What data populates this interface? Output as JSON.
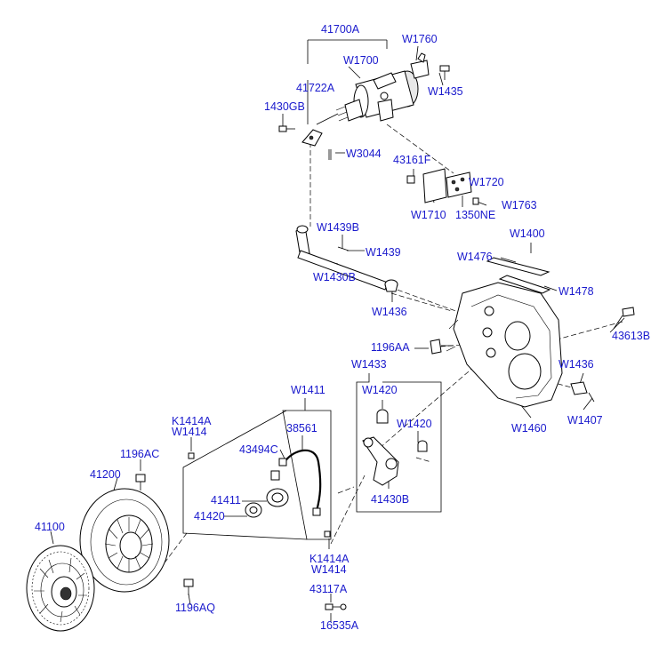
{
  "diagram": {
    "labels": {
      "p41700A": "41700A",
      "pW1760": "W1760",
      "pW1700": "W1700",
      "p41722A": "41722A",
      "pW1435": "W1435",
      "p1430GB": "1430GB",
      "pW3044": "W3044",
      "p43161F": "43161F",
      "pW1720": "W1720",
      "pW1710": "W1710",
      "p1350NE": "1350NE",
      "pW1763": "W1763",
      "pW1439B": "W1439B",
      "pW1439": "W1439",
      "pW1430B": "W1430B",
      "pW1400": "W1400",
      "pW1476": "W1476",
      "pW1478": "W1478",
      "pW1436a": "W1436",
      "p43613B": "43613B",
      "p1196AA": "1196AA",
      "pW1433": "W1433",
      "pW1436b": "W1436",
      "pW1420a": "W1420",
      "pW1407": "W1407",
      "pW1411": "W1411",
      "pW1420b": "W1420",
      "pW1460": "W1460",
      "pK1414Aa": "K1414A",
      "pW1414a": "W1414",
      "p38561": "38561",
      "p43494C": "43494C",
      "p1196AC": "1196AC",
      "p41200": "41200",
      "p41430B": "41430B",
      "p41411": "41411",
      "p41420": "41420",
      "p41100": "41100",
      "pK1414Ab": "K1414A",
      "pW1414b": "W1414",
      "p43117A": "43117A",
      "p1196AQ": "1196AQ",
      "p16535A": "16535A"
    }
  }
}
